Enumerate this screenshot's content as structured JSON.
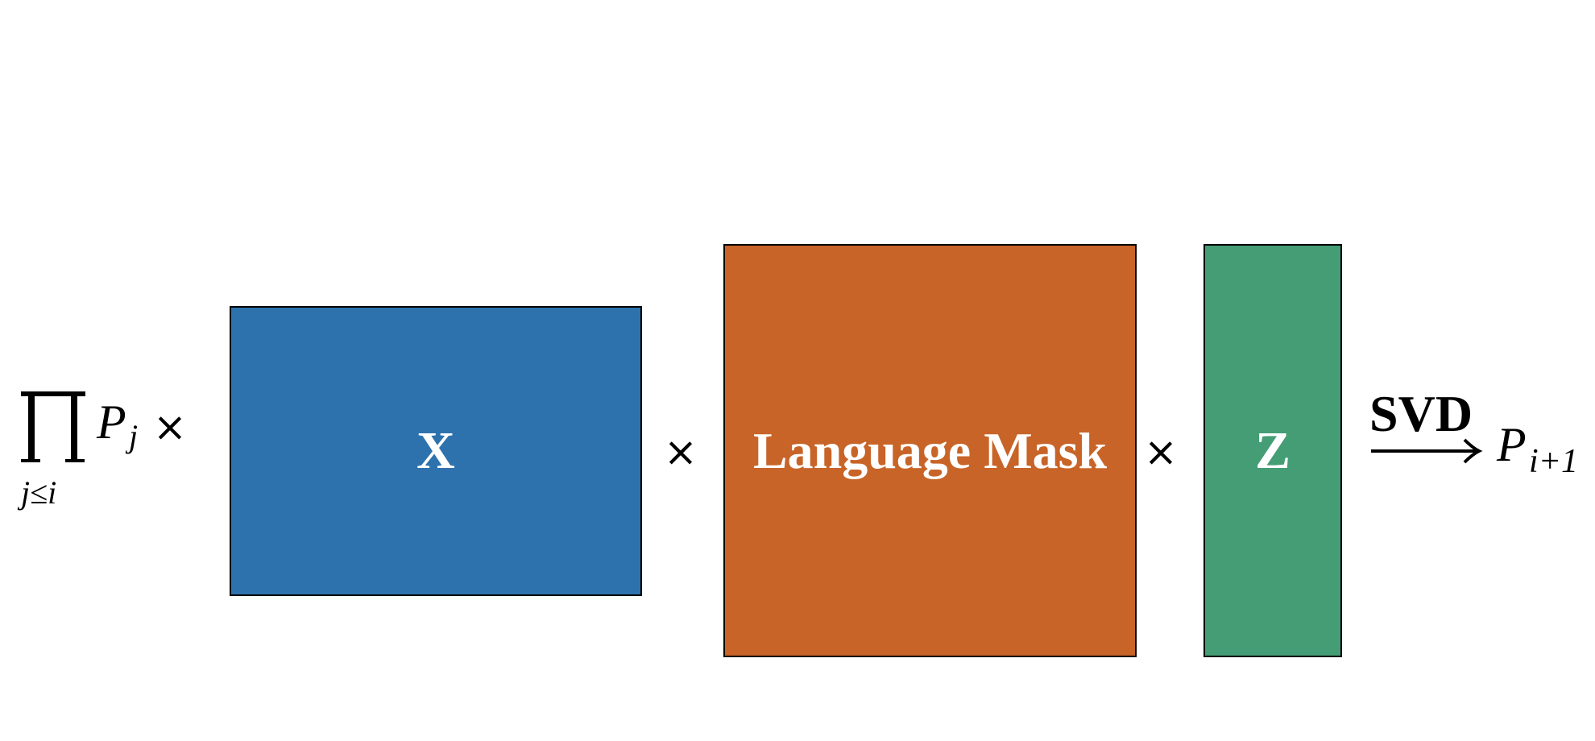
{
  "equation": {
    "product_symbol": "∏",
    "product_subscript": "j≤i",
    "left_factor": "P",
    "left_factor_subscript": "j",
    "operator": "×",
    "blocks": [
      {
        "id": "x",
        "label": "X",
        "color": "#2e72ad"
      },
      {
        "id": "mask",
        "label": "Language Mask",
        "color": "#c86428"
      },
      {
        "id": "z",
        "label": "Z",
        "color": "#459d75"
      }
    ],
    "arrow_label": "SVD",
    "result": "P",
    "result_subscript": "i+1"
  }
}
